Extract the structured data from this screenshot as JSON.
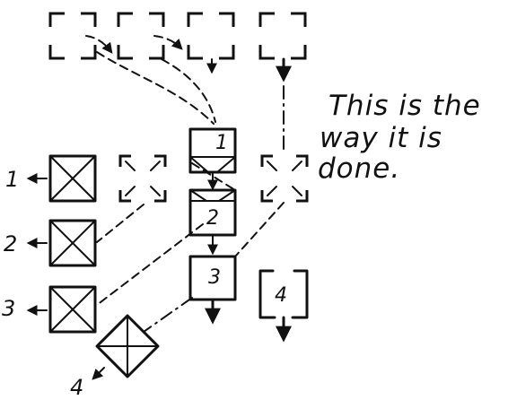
{
  "caption": {
    "line1": "This is the",
    "line2": "way it is",
    "line3": "done."
  },
  "stack_labels": {
    "box1": "1",
    "box2": "2",
    "box3": "3",
    "box4": "4"
  },
  "output_labels": {
    "out1": "1",
    "out2": "2",
    "out3": "3",
    "out4": "4"
  },
  "colors": {
    "ink": "#111111",
    "paper": "#ffffff"
  }
}
